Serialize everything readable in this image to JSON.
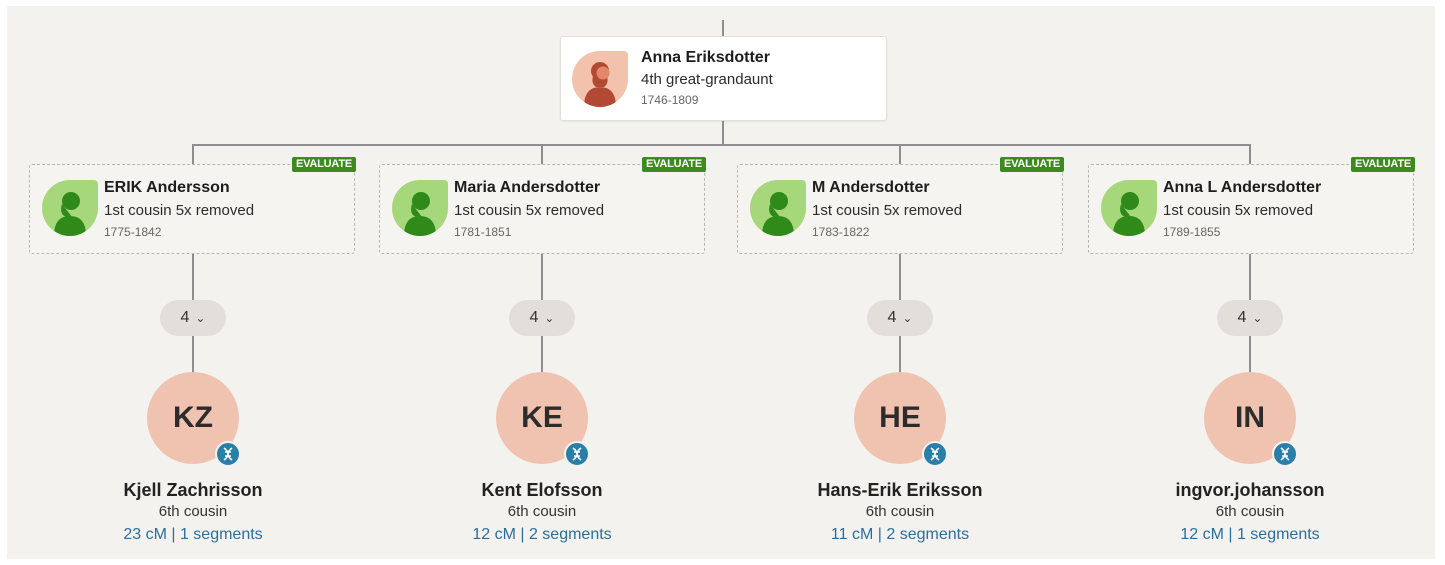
{
  "root": {
    "name": "Anna Eriksdotter",
    "relationship": "4th great-grandaunt",
    "years": "1746-1809"
  },
  "children": [
    {
      "name": "ERIK Andersson",
      "relationship": "1st cousin 5x removed",
      "years": "1775-1842",
      "badge": "EVALUATE",
      "count": "4",
      "match": {
        "initials": "KZ",
        "name": "Kjell Zachrisson",
        "relationship": "6th cousin",
        "shared_dna": "23 cM | 1 segments"
      }
    },
    {
      "name": "Maria Andersdotter",
      "relationship": "1st cousin 5x removed",
      "years": "1781-1851",
      "badge": "EVALUATE",
      "count": "4",
      "match": {
        "initials": "KE",
        "name": "Kent Elofsson",
        "relationship": "6th cousin",
        "shared_dna": "12 cM | 2 segments"
      }
    },
    {
      "name": "M Andersdotter",
      "relationship": "1st cousin 5x removed",
      "years": "1783-1822",
      "badge": "EVALUATE",
      "count": "4",
      "match": {
        "initials": "HE",
        "name": "Hans-Erik Eriksson",
        "relationship": "6th cousin",
        "shared_dna": "11 cM | 2 segments"
      }
    },
    {
      "name": "Anna L Andersdotter",
      "relationship": "1st cousin 5x removed",
      "years": "1789-1855",
      "badge": "EVALUATE",
      "count": "4",
      "match": {
        "initials": "IN",
        "name": "ingvor.johansson",
        "relationship": "6th cousin",
        "shared_dna": "12 cM | 1 segments"
      }
    }
  ],
  "icons": {
    "chevron": "chevron-down-icon",
    "dna": "dna-match-icon",
    "avatar_female": "female-silhouette-icon"
  },
  "colors": {
    "evaluate_badge": "#3d8b1e",
    "link": "#2a6f9c",
    "match_circle": "#f0c3b1",
    "dna_icon": "#2a7fa8"
  }
}
